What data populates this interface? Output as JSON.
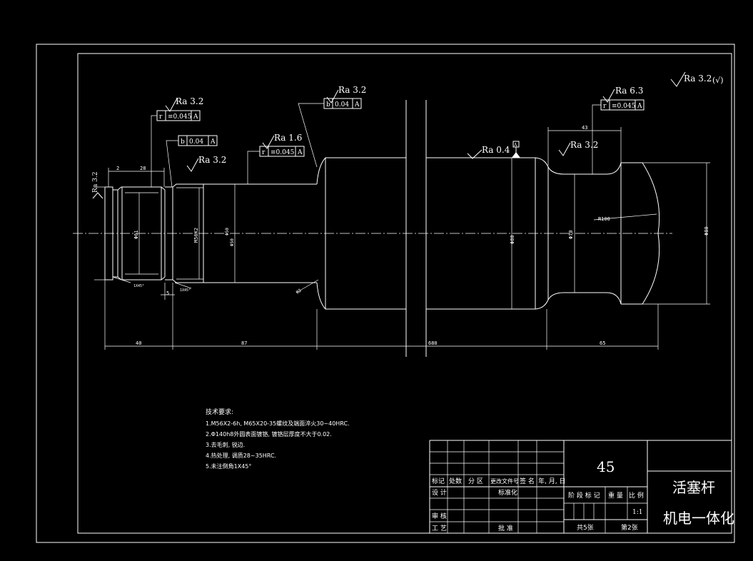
{
  "colors": {
    "background": "#000000",
    "line": "#ffffff"
  },
  "roughness": {
    "overall": "Ra 3.2",
    "overall_suffix": "(√)",
    "left_top": "Ra 3.2",
    "left_mid": "Ra 3.2",
    "shoulder": "Ra 1.6",
    "body_top": "Ra 3.2",
    "body_surface": "Ra 0.4",
    "groove": "Ra 3.2",
    "right_top": "Ra 6.3",
    "side_left": "Ra 3.2"
  },
  "tolerances": {
    "t1": {
      "sym": "r",
      "val": "≡0.045",
      "ref": "A"
    },
    "t2": {
      "sym": "b",
      "val": "0.04",
      "ref": "A"
    },
    "t3": {
      "sym": "r",
      "val": "≡0.045",
      "ref": "A"
    },
    "t4": {
      "sym": "b",
      "val": "0.04",
      "ref": "A"
    },
    "t5": {
      "sym": "r",
      "val": "≡0.045",
      "ref": "A"
    },
    "datum": "A"
  },
  "dims": {
    "d_2": "2",
    "d_28": "28",
    "d_40": "40",
    "d_87": "87",
    "d_680": "680",
    "d_65": "65",
    "d_43": "43",
    "d_5": "5",
    "ch_left": "1X45°",
    "ch_mid": "1X45°",
    "r2": "R2",
    "r100": "R100",
    "phi61": "Φ61",
    "m": "M56X2",
    "phi50a": "Φ50",
    "phi50b": "Φ50",
    "phi80": "Φ80",
    "phi70": "Φ70",
    "phi_right": "Φ80"
  },
  "notes": {
    "title": "技术要求:",
    "lines": [
      "1.M56X2-6h, M65X20-35螺纹及端面淬火30~40HRC.",
      "2.Φ140h8外圆表面镀铬, 镀铬层厚度不大于0.02.",
      "3.去毛刺, 锐边.",
      "4.热处理, 调质28~35HRC.",
      "5.未注倒角1X45°"
    ]
  },
  "title_block": {
    "material": "45",
    "part_name": "活塞杆",
    "company": "机电一体化",
    "h_mark": "标记",
    "h_count": "处数",
    "h_zone": "分 区",
    "h_docno": "更改文件号",
    "h_sign": "签 名",
    "h_date": "年, 月, 日",
    "r_design": "设 计",
    "r_standard": "标准化",
    "r_review": "审 核",
    "r_process": "工 艺",
    "r_approve": "批 准",
    "h_stage": "阶 段 标 记",
    "h_weight": "重 量",
    "h_scale": "比 例",
    "scale": "1:1",
    "sheets_total": "共5张",
    "sheet_no": "第2张"
  }
}
